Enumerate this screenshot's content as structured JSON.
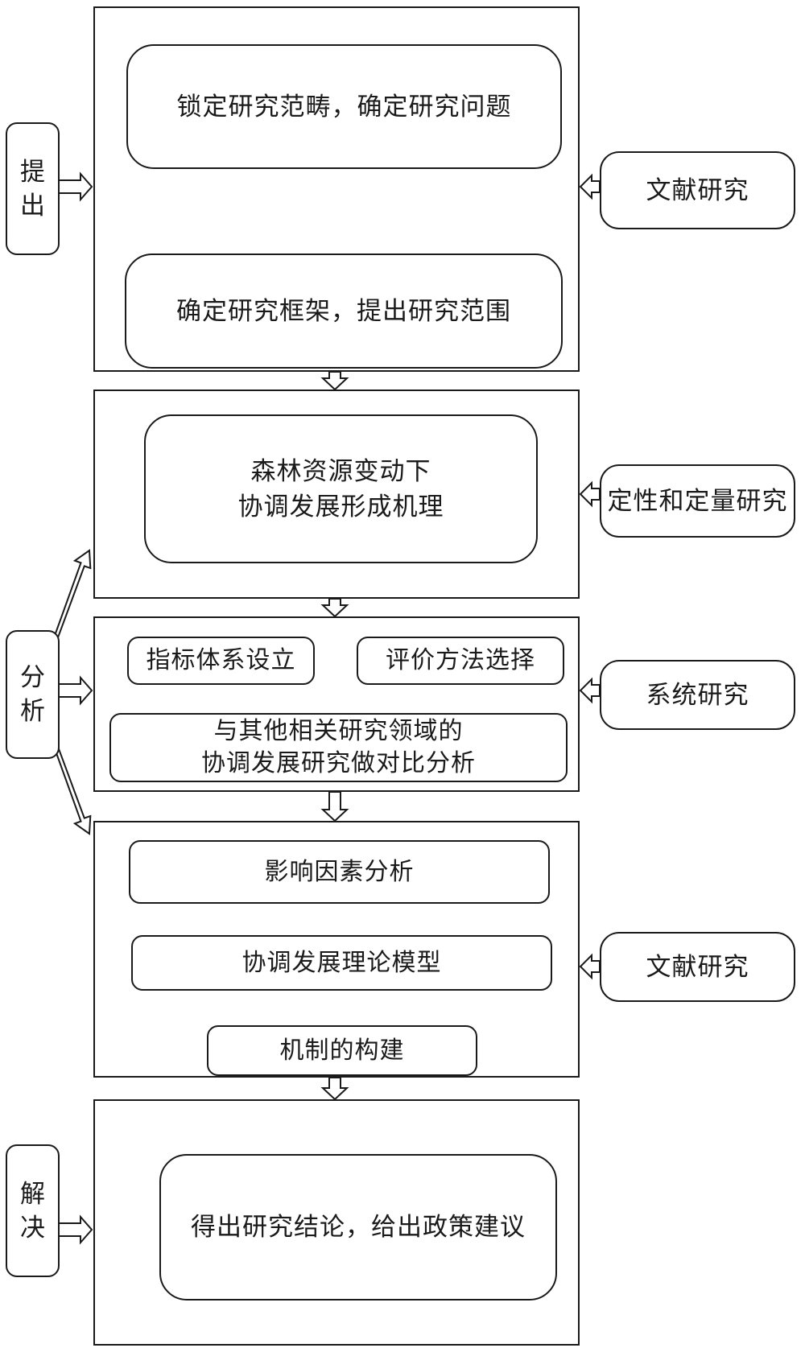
{
  "stages": {
    "propose": "提出",
    "analyze": "分析",
    "solve": "解决"
  },
  "methods": {
    "literature_top": "文献研究",
    "qualitative_quantitative": "定性和定量研究",
    "system": "系统研究",
    "literature_bottom": "文献研究"
  },
  "section1": {
    "box_a": "锁定研究范畴，确定研究问题",
    "box_b": "确定研究框架，提出研究范围"
  },
  "section2": {
    "line1": "森林资源变动下",
    "line2": "协调发展形成机理"
  },
  "section3": {
    "index_system": "指标体系设立",
    "eval_method": "评价方法选择",
    "compare_line1": "与其他相关研究领域的",
    "compare_line2": "协调发展研究做对比分析"
  },
  "section4": {
    "factors": "影响因素分析",
    "theory_model": "协调发展理论模型",
    "mechanism": "机制的构建"
  },
  "section5": {
    "conclusion": "得出研究结论，给出政策建议"
  }
}
